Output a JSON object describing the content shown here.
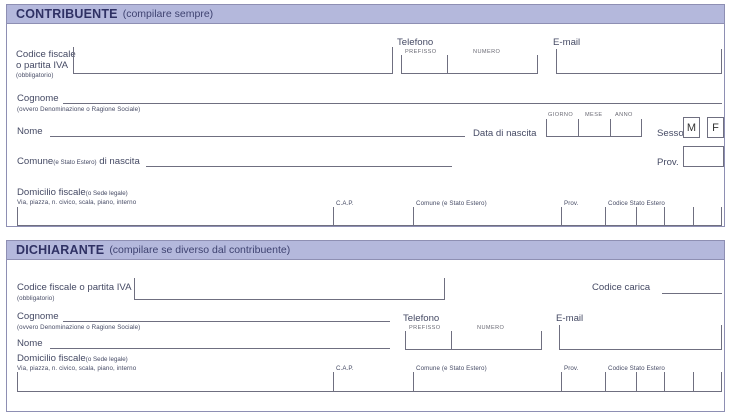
{
  "form": {
    "sections": [
      {
        "id": "contribuente",
        "title": "CONTRIBUENTE",
        "subtitle": "(compilare sempre)",
        "fields": {
          "codice_fiscale_l1": "Codice fiscale",
          "codice_fiscale_l2": "o partita IVA",
          "codice_fiscale_note": "(obbligatorio)",
          "telefono": "Telefono",
          "prefisso": "PREFISSO",
          "numero": "NUMERO",
          "email": "E-mail",
          "cognome": "Cognome",
          "cognome_note": "(ovvero Denominazione o Ragione Sociale)",
          "nome": "Nome",
          "comune_nascita_a": "Comune",
          "comune_nascita_b": "(e Stato Estero)",
          "comune_nascita_c": "di nascita",
          "data_nascita": "Data di nascita",
          "giorno": "GIORNO",
          "mese": "MESE",
          "anno": "ANNO",
          "sesso": "Sesso",
          "sesso_m": "M",
          "sesso_f": "F",
          "prov_nascita": "Prov.",
          "domicilio": "Domicilio fiscale",
          "domicilio_note": "(o Sede legale)",
          "via": "Via, piazza, n. civico, scala, piano, interno",
          "cap": "C.A.P.",
          "comune_dom_a": "Comune",
          "comune_dom_b": "(e Stato Estero)",
          "prov_dom": "Prov.",
          "codice_stato_estero": "Codice Stato Estero"
        }
      },
      {
        "id": "dichiarante",
        "title": "DICHIARANTE",
        "subtitle": "(compilare se diverso dal contribuente)",
        "fields": {
          "codice_fiscale": "Codice fiscale o partita IVA",
          "codice_fiscale_note": "(obbligatorio)",
          "codice_carica": "Codice carica",
          "cognome": "Cognome",
          "cognome_note": "(ovvero Denominazione o Ragione Sociale)",
          "nome": "Nome",
          "telefono": "Telefono",
          "prefisso": "PREFISSO",
          "numero": "NUMERO",
          "email": "E-mail",
          "domicilio": "Domicilio fiscale",
          "domicilio_note": "(o Sede legale)",
          "via": "Via, piazza, n. civico, scala, piano, interno",
          "cap": "C.A.P.",
          "comune_dom_a": "Comune",
          "comune_dom_b": "(e Stato Estero)",
          "prov_dom": "Prov.",
          "codice_stato_estero": "Codice Stato Estero"
        }
      }
    ],
    "colors": {
      "header_bg": "#b4b8dc",
      "panel_border": "#8e8fb3",
      "title_text": "#2f3164",
      "label_text": "#454a64",
      "rule": "#6f6f80"
    }
  }
}
